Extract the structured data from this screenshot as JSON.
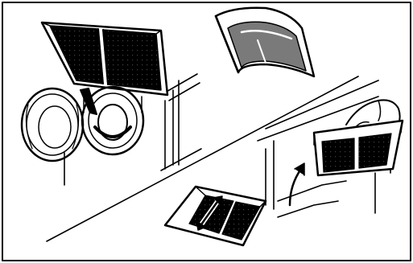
{
  "diagram": {
    "style": "black line-art illustration",
    "colors": {
      "ink": "#000000",
      "paper": "#ffffff",
      "shade": "#7a7a7a"
    },
    "icons": [
      "range-hood-grease-filter",
      "cylindrical-charcoal-filter",
      "curved-filter-cover",
      "hand-icon",
      "rotation-arrow-icon"
    ]
  }
}
